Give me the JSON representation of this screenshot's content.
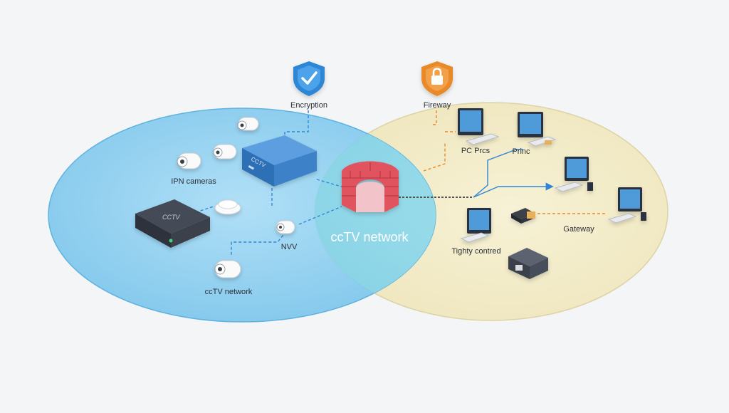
{
  "labels": {
    "encryption": "Encryption",
    "firewall": "Fireway",
    "ipn_cameras": "IPN cameras",
    "nvv": "NVV",
    "cctv_network_left": "ccTV network",
    "cctv_network_center": "ccTV network",
    "pc_prcs": "PC Prcs",
    "princ": "Princ",
    "gateway": "Gateway",
    "tightly_controlled": "Tighty contred",
    "nvr_logo": "CCTV",
    "dvr_logo": "CCTV"
  },
  "colors": {
    "cctv_zone": "#7ec8ef",
    "it_zone": "#f3ecc6",
    "shield": "#2f86d6",
    "lock_shield": "#e8892b",
    "firewall_brick": "#e0535e",
    "blue_link": "#2f86d6",
    "orange_link": "#e8892b"
  },
  "icons": {
    "encryption": "shield-check-icon",
    "firewall": "shield-lock-icon",
    "firewall_wall": "brick-wall-icon"
  }
}
